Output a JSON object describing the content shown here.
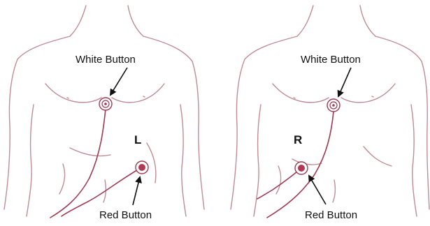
{
  "colors": {
    "outline": "#c08c96",
    "lead": "#9e3a52",
    "electrode_fill": "#b03a55",
    "arrow": "#111111",
    "text": "#111111"
  },
  "panels": [
    {
      "id": "left",
      "white_label": "White Button",
      "red_label": "Red Button",
      "side_label": "L"
    },
    {
      "id": "right",
      "white_label": "White Button",
      "red_label": "Red Button",
      "side_label": "R"
    }
  ]
}
